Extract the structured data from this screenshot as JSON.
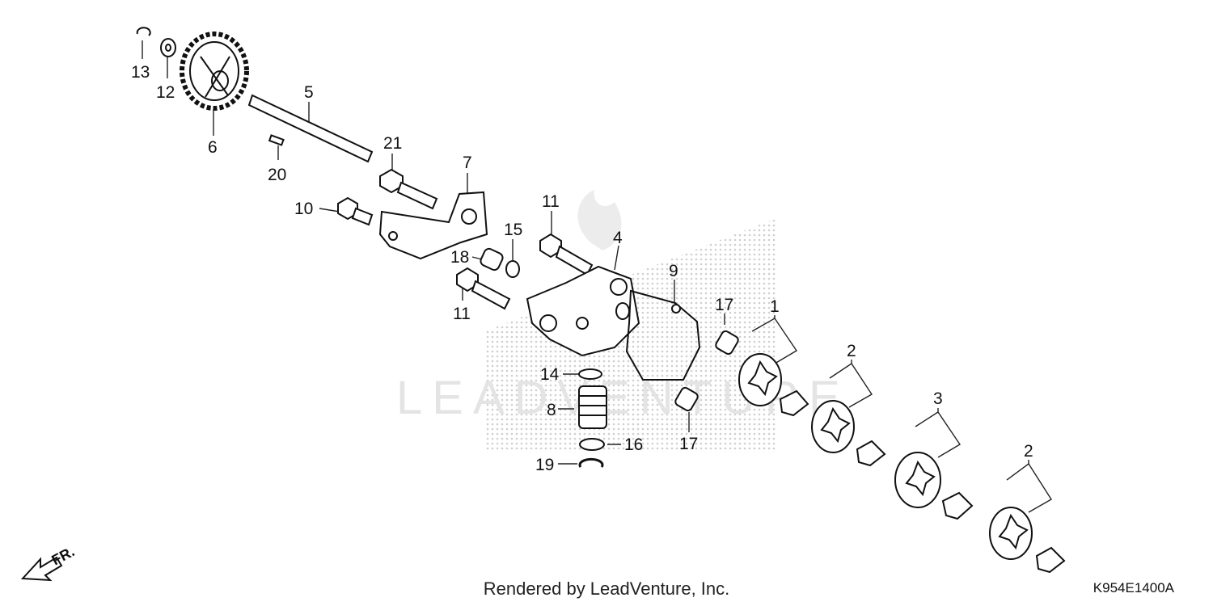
{
  "diagram": {
    "watermark_text": "LEADVENTURE",
    "callouts": {
      "c1": "1",
      "c2a": "2",
      "c2b": "2",
      "c3": "3",
      "c4": "4",
      "c5": "5",
      "c6": "6",
      "c7": "7",
      "c8": "8",
      "c9": "9",
      "c10": "10",
      "c11a": "11",
      "c11b": "11",
      "c12": "12",
      "c13": "13",
      "c14": "14",
      "c15": "15",
      "c16": "16",
      "c17a": "17",
      "c17b": "17",
      "c18": "18",
      "c19": "19",
      "c20": "20",
      "c21": "21"
    },
    "front_arrow_label": "FR.",
    "footer_text": "Rendered by LeadVenture, Inc.",
    "diagram_code": "K954E1400A"
  }
}
